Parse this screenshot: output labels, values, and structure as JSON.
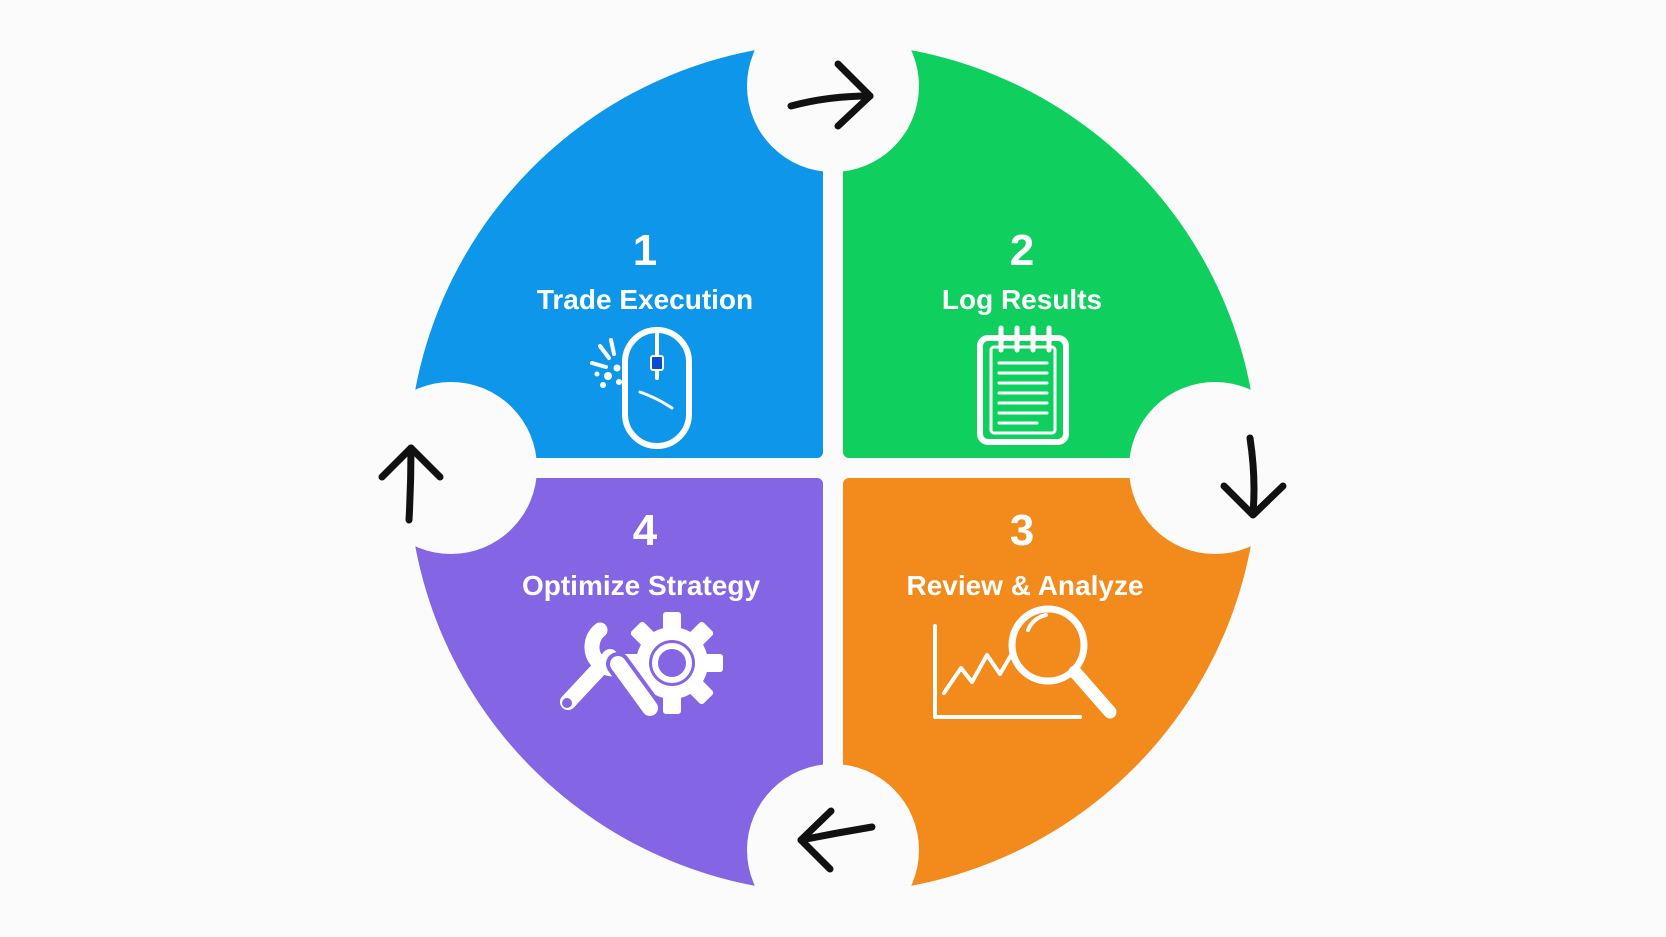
{
  "colors": {
    "background": "#fbfbfb",
    "step1": "#0e97ea",
    "step2": "#0fd05f",
    "step3": "#f28a1c",
    "step4": "#8465e3",
    "text": "#ffffff",
    "arrow": "#111111"
  },
  "steps": [
    {
      "number": "1",
      "label": "Trade Execution",
      "icon": "mouse-click-icon"
    },
    {
      "number": "2",
      "label": "Log Results",
      "icon": "notepad-icon"
    },
    {
      "number": "3",
      "label": "Review & Analyze",
      "icon": "chart-magnifier-icon"
    },
    {
      "number": "4",
      "label": "Optimize Strategy",
      "icon": "wrench-gear-icon"
    }
  ],
  "cycle_arrows": [
    {
      "icon": "arrow-right-icon",
      "from": "1",
      "to": "2"
    },
    {
      "icon": "arrow-down-icon",
      "from": "2",
      "to": "3"
    },
    {
      "icon": "arrow-left-icon",
      "from": "3",
      "to": "4"
    },
    {
      "icon": "arrow-up-icon",
      "from": "4",
      "to": "1"
    }
  ]
}
